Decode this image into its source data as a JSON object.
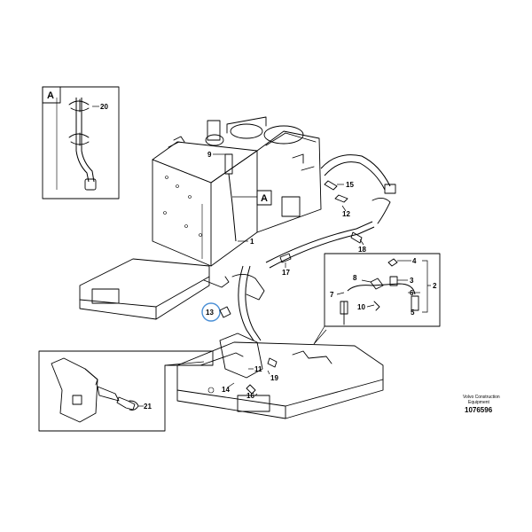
{
  "callouts": {
    "n1": "1",
    "n2": "2",
    "n3": "3",
    "n4": "4",
    "n5": "5",
    "n6": "6",
    "n7": "7",
    "n8": "8",
    "n9": "9",
    "n10": "10",
    "n11": "11",
    "n12": "12",
    "n13": "13",
    "n14": "14",
    "n15": "15",
    "n16": "16",
    "n17": "17",
    "n18": "18",
    "n19": "19",
    "n20": "20",
    "n21": "21"
  },
  "detail_marker": {
    "letter": "A"
  },
  "detail_view": {
    "letter": "A"
  },
  "credit": {
    "line1": "Volvo Construction",
    "line2": "Equipment"
  },
  "document_number": "1076596",
  "colors": {
    "line": "#000000",
    "highlight_circle": "#4a8fd6",
    "background": "#ffffff"
  }
}
